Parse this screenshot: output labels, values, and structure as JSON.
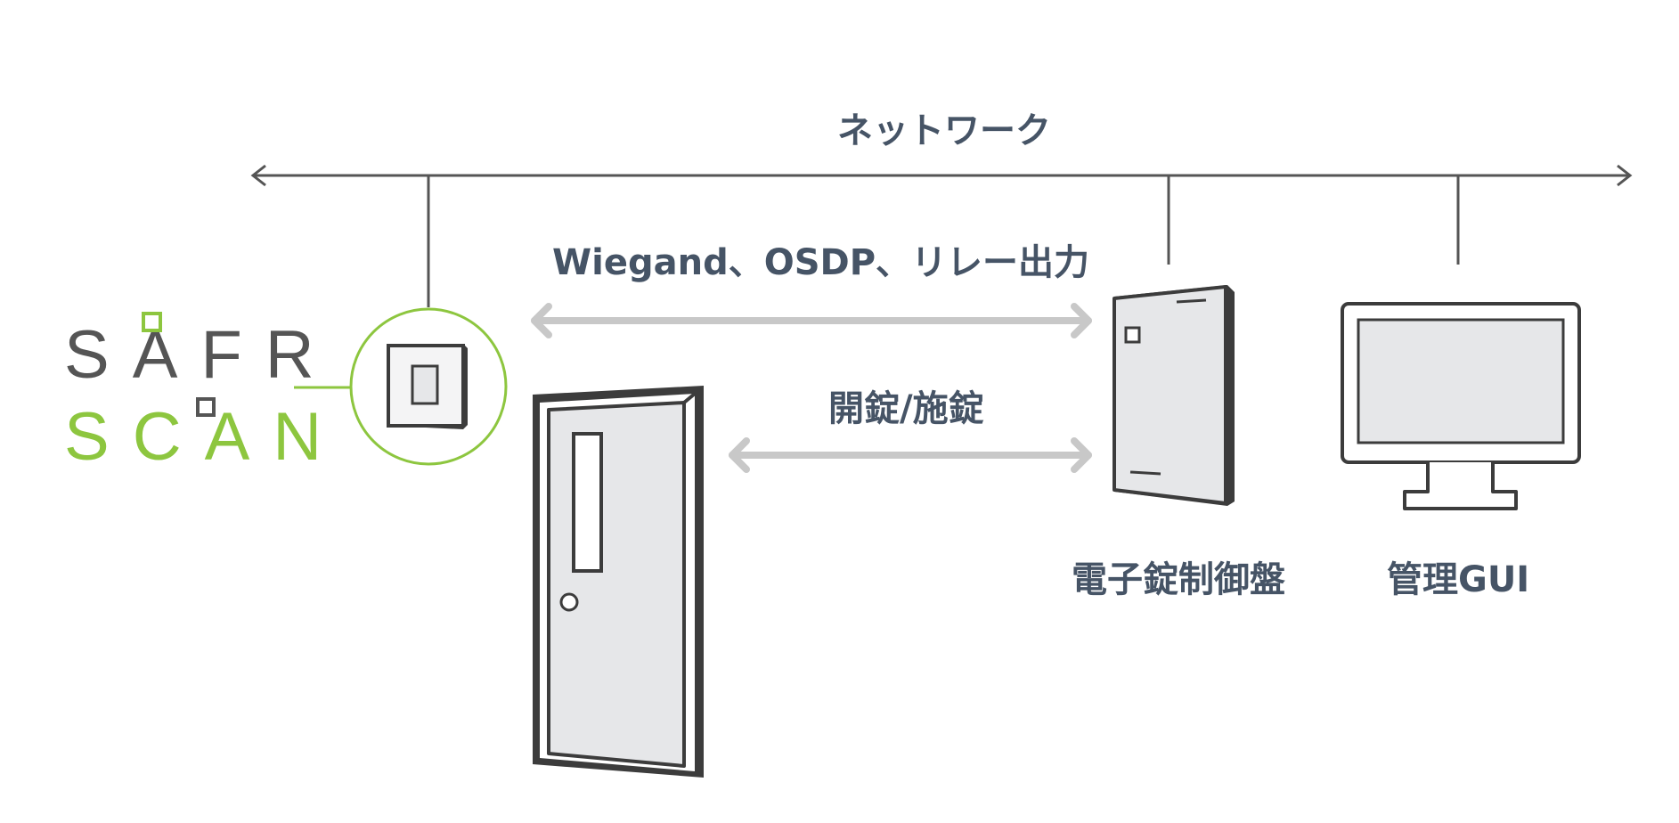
{
  "network": {
    "label": "ネットワーク"
  },
  "links": {
    "protocol_label": "Wiegand、OSDP、リレー出力",
    "lock_label": "開錠/施錠"
  },
  "devices": {
    "controller_label": "電子錠制御盤",
    "gui_label": "管理GUI"
  },
  "logo": {
    "line1": "SAFR",
    "line2": "SCAN"
  },
  "colors": {
    "text": "#465466",
    "line": "#555555",
    "arrow": "#c8c8c8",
    "accent_green": "#8dc63f",
    "device_fill": "#e6e7e9",
    "device_stroke": "#3c3c3c"
  }
}
